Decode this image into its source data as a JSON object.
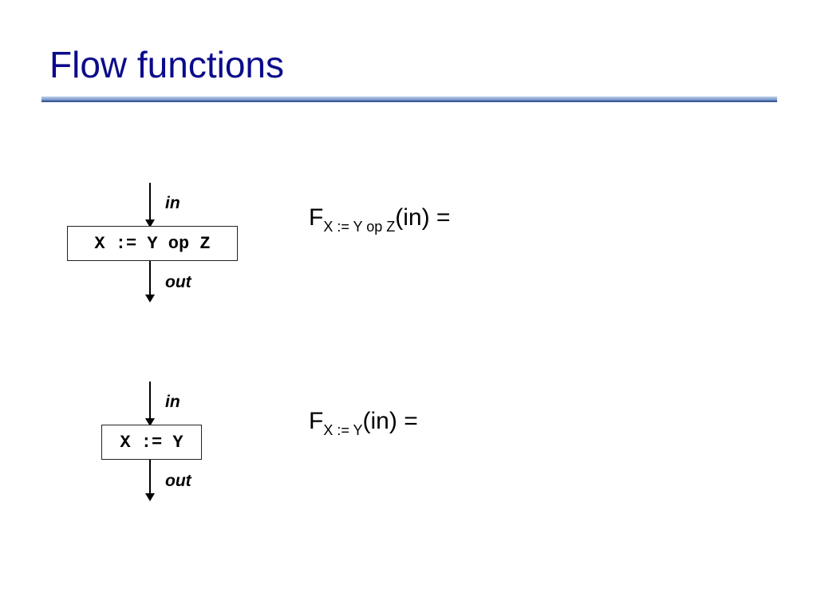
{
  "slide": {
    "title": "Flow functions"
  },
  "diagrams": [
    {
      "statement": "X := Y op Z",
      "in_label": "in",
      "out_label": "out",
      "formula": {
        "base": "F",
        "subscript": "X := Y op Z",
        "argument": "(in)",
        "equals": " ="
      }
    },
    {
      "statement": "X := Y",
      "in_label": "in",
      "out_label": "out",
      "formula": {
        "base": "F",
        "subscript": "X := Y",
        "argument": "(in)",
        "equals": " ="
      }
    }
  ]
}
